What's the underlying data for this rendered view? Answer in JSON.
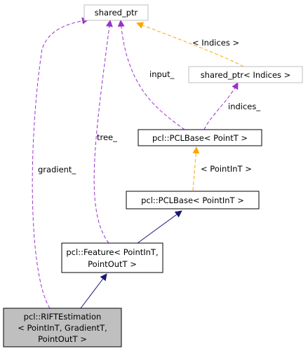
{
  "colors": {
    "node_border": "#000000",
    "node_border_gray": "#bfbfbf",
    "highlight_fill": "#bfbfbf",
    "inheritance_edge": "#191970",
    "usage_edge": "#9a32cd",
    "template_edge": "#ffa500"
  },
  "nodes": {
    "shared_ptr": "shared_ptr",
    "shared_ptr_indices": "shared_ptr< Indices >",
    "pclbase_pointt": "pcl::PCLBase< PointT >",
    "pclbase_pointint": "pcl::PCLBase< PointInT >",
    "feature": [
      "pcl::Feature< PointInT,",
      "PointOutT >"
    ],
    "rift": [
      "pcl::RIFTEstimation",
      "< PointInT, GradientT,",
      "PointOutT >"
    ]
  },
  "edge_labels": {
    "indices_template": "< Indices >",
    "input": "input_",
    "indices": "indices_",
    "pointint_template": "< PointInT >",
    "tree": "tree_",
    "gradient": "gradient_"
  }
}
